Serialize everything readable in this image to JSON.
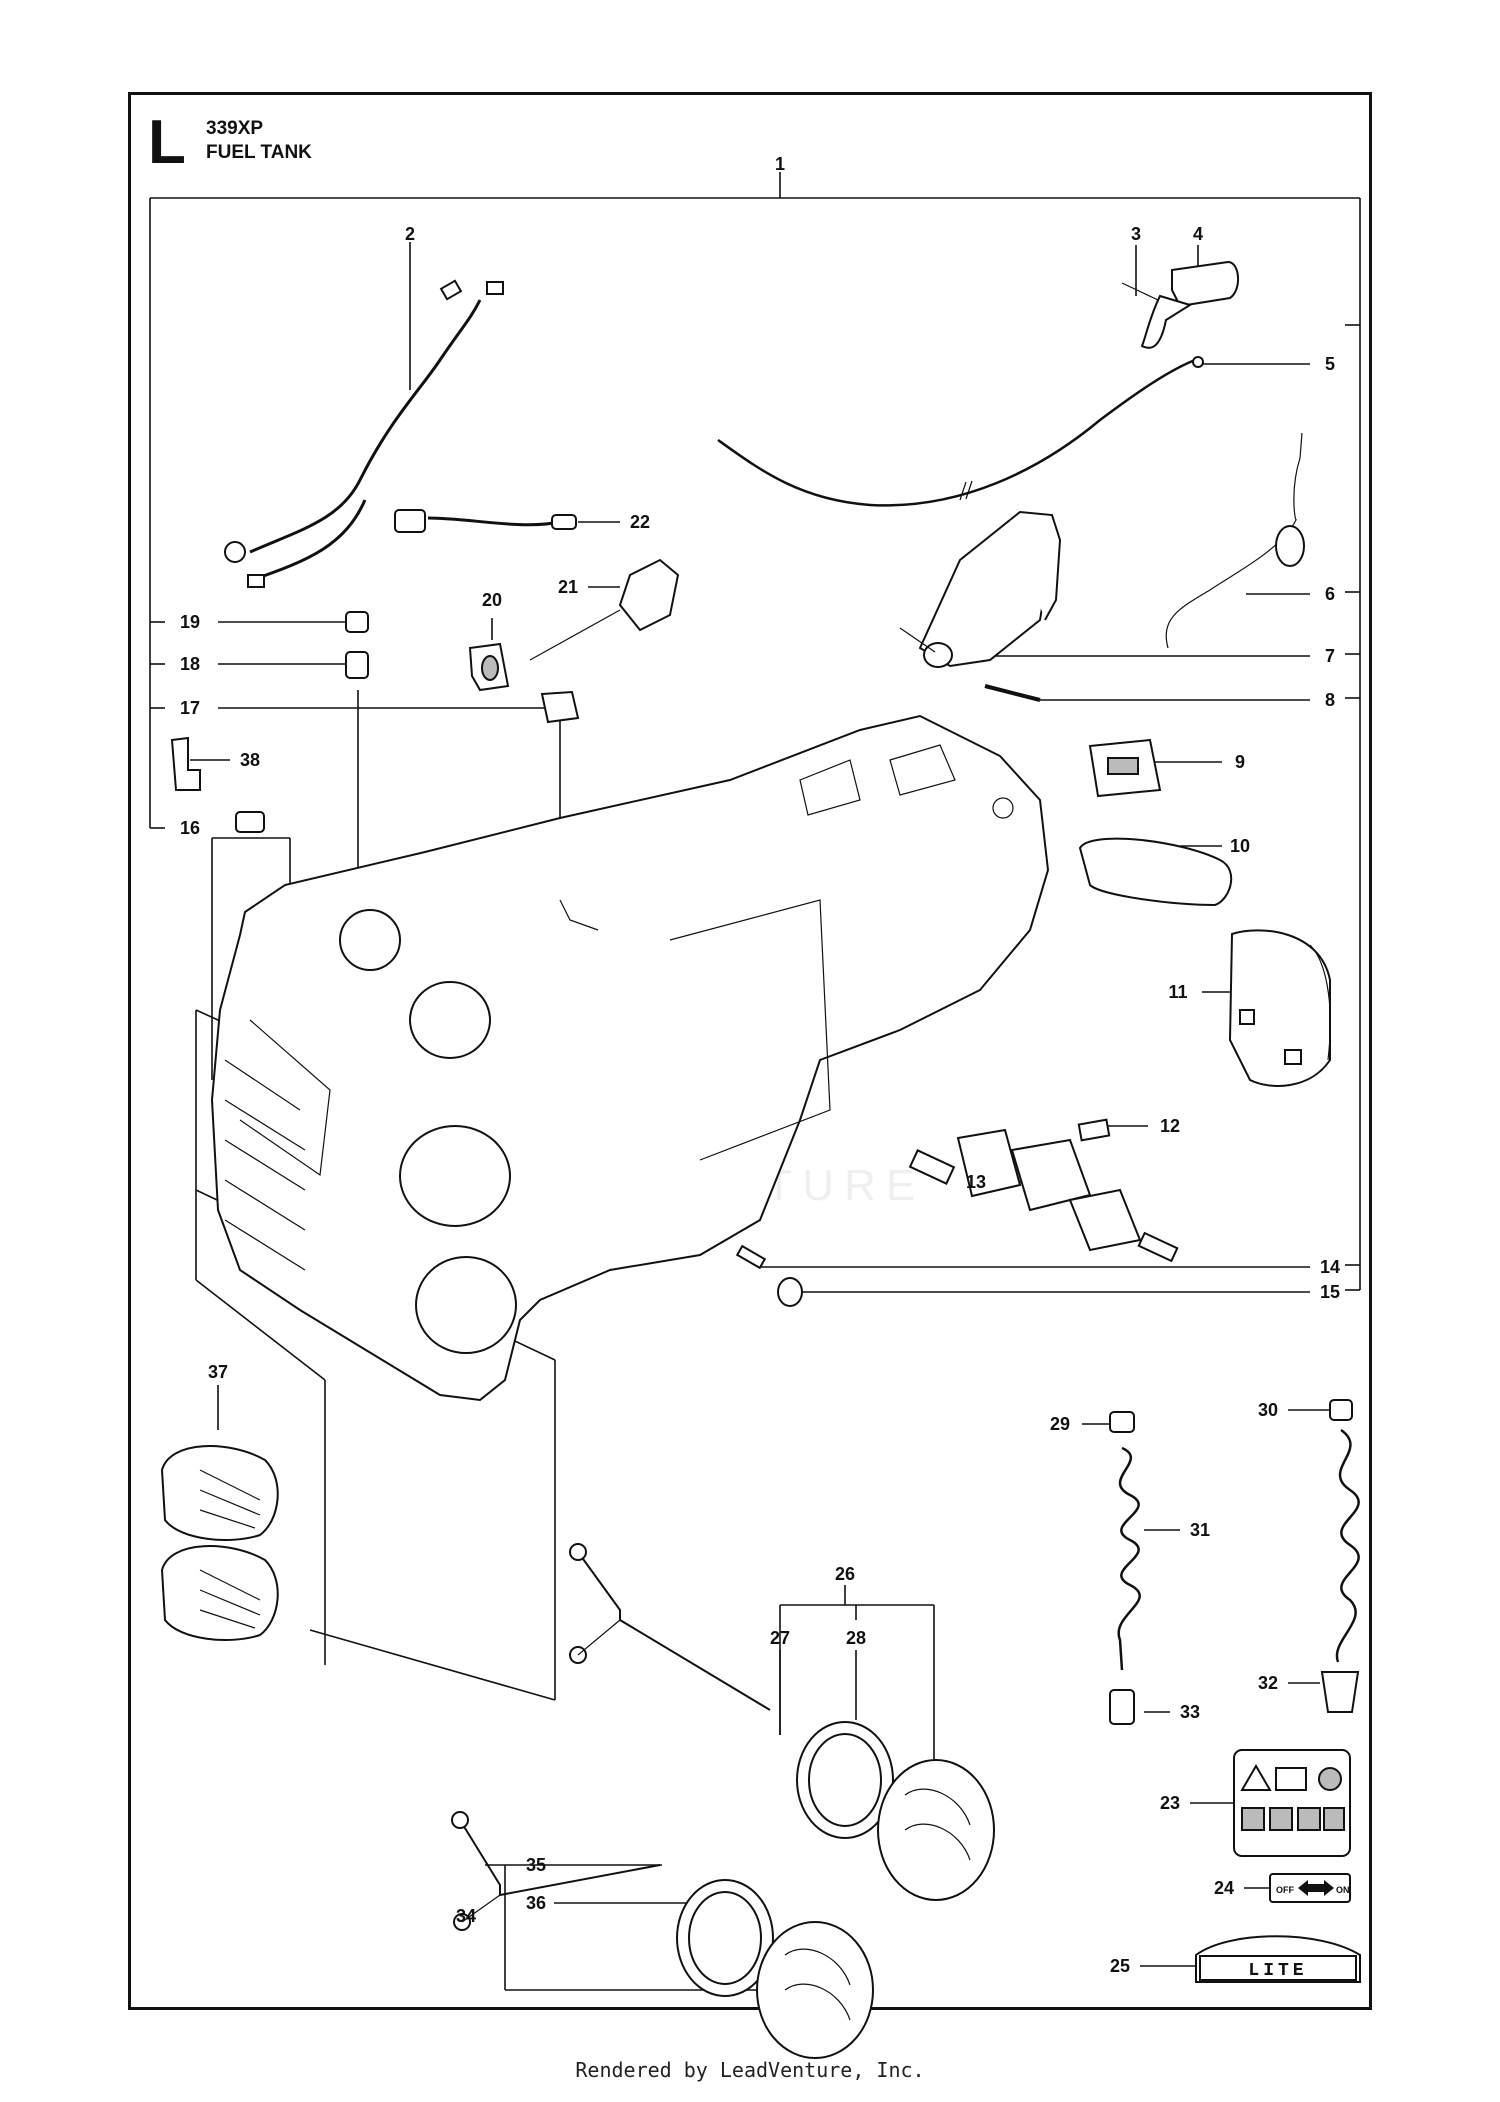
{
  "header": {
    "section_letter": "L",
    "model": "339XP",
    "title": "FUEL TANK"
  },
  "footer": {
    "text": "Rendered by LeadVenture, Inc."
  },
  "watermark": {
    "text": "LEADVENTURE"
  },
  "labels": {
    "decals": {
      "lite": "LITE",
      "off": "OFF",
      "on": "ON"
    }
  },
  "callouts": [
    {
      "id": "c1",
      "label": "1"
    },
    {
      "id": "c2",
      "label": "2"
    },
    {
      "id": "c3",
      "label": "3"
    },
    {
      "id": "c4",
      "label": "4"
    },
    {
      "id": "c5",
      "label": "5"
    },
    {
      "id": "c6",
      "label": "6"
    },
    {
      "id": "c7",
      "label": "7"
    },
    {
      "id": "c8",
      "label": "8"
    },
    {
      "id": "c9",
      "label": "9"
    },
    {
      "id": "c10",
      "label": "10"
    },
    {
      "id": "c11",
      "label": "11"
    },
    {
      "id": "c12",
      "label": "12"
    },
    {
      "id": "c13",
      "label": "13"
    },
    {
      "id": "c14",
      "label": "14"
    },
    {
      "id": "c15",
      "label": "15"
    },
    {
      "id": "c16",
      "label": "16"
    },
    {
      "id": "c17",
      "label": "17"
    },
    {
      "id": "c18",
      "label": "18"
    },
    {
      "id": "c19",
      "label": "19"
    },
    {
      "id": "c20",
      "label": "20"
    },
    {
      "id": "c21",
      "label": "21"
    },
    {
      "id": "c22",
      "label": "22"
    },
    {
      "id": "c23",
      "label": "23"
    },
    {
      "id": "c24",
      "label": "24"
    },
    {
      "id": "c25",
      "label": "25"
    },
    {
      "id": "c26",
      "label": "26"
    },
    {
      "id": "c27",
      "label": "27"
    },
    {
      "id": "c28",
      "label": "28"
    },
    {
      "id": "c29",
      "label": "29"
    },
    {
      "id": "c30",
      "label": "30"
    },
    {
      "id": "c31",
      "label": "31"
    },
    {
      "id": "c32",
      "label": "32"
    },
    {
      "id": "c33",
      "label": "33"
    },
    {
      "id": "c34",
      "label": "34"
    },
    {
      "id": "c35",
      "label": "35"
    },
    {
      "id": "c36",
      "label": "36"
    },
    {
      "id": "c37",
      "label": "37"
    },
    {
      "id": "c38",
      "label": "38"
    }
  ]
}
